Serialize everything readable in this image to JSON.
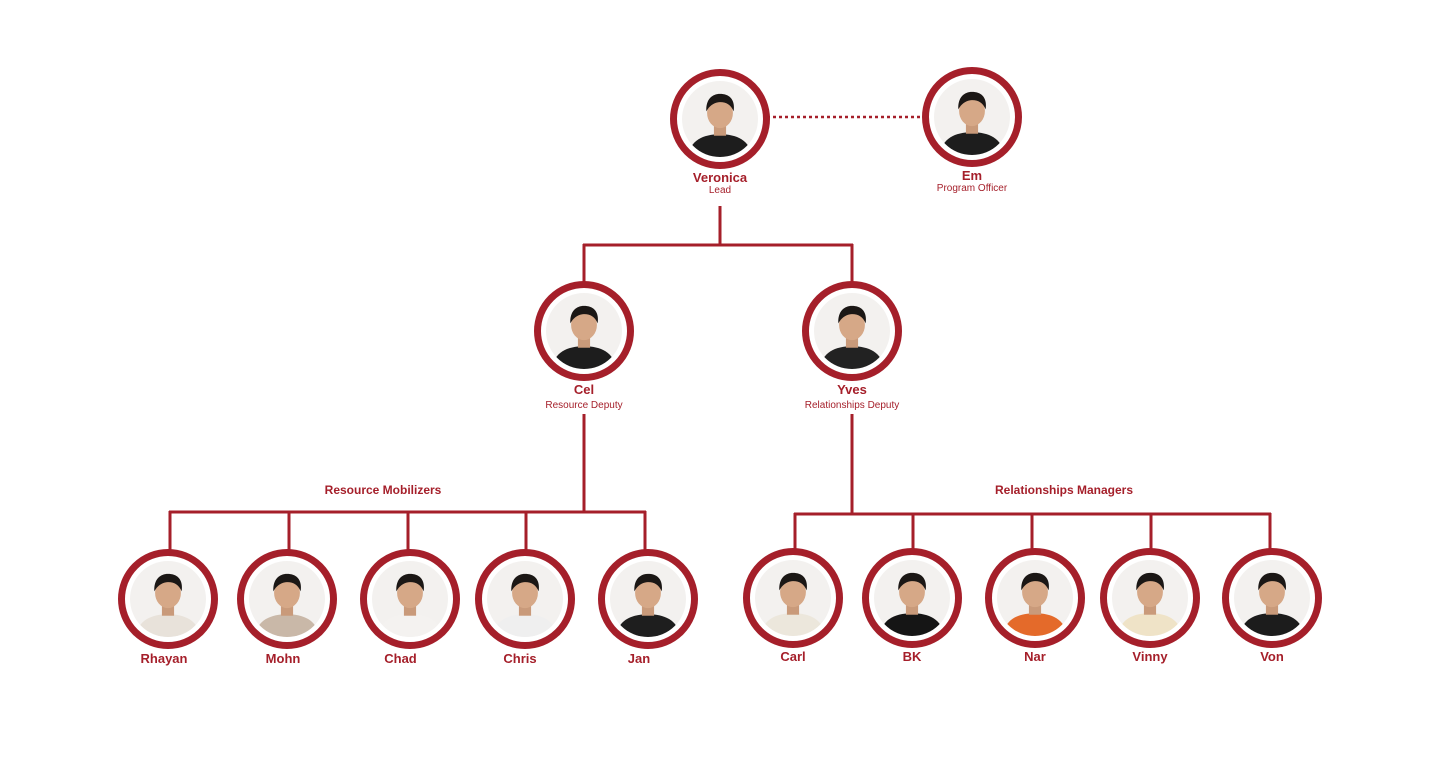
{
  "colors": {
    "accent": "#a51f2a",
    "background": "#ffffff"
  },
  "top": {
    "lead": {
      "name": "Veronica",
      "role": "Lead",
      "shirt": "#1d1d1d"
    },
    "officer": {
      "name": "Em",
      "role": "Program Officer",
      "shirt": "#1d1d1d"
    }
  },
  "deputies": [
    {
      "name": "Cel",
      "role": "Resource Deputy",
      "shirt": "#1d1d1d"
    },
    {
      "name": "Yves",
      "role": "Relationships Deputy",
      "shirt": "#222222"
    }
  ],
  "groups": [
    {
      "label": "Resource Mobilizers",
      "members": [
        {
          "name": "Rhayan",
          "shirt": "#e8e2da"
        },
        {
          "name": "Mohn",
          "shirt": "#c9b8a8"
        },
        {
          "name": "Chad",
          "shirt": "#f4f2f0"
        },
        {
          "name": "Chris",
          "shirt": "#efefef"
        },
        {
          "name": "Jan",
          "shirt": "#1e1e1e"
        }
      ]
    },
    {
      "label": "Relationships Managers",
      "members": [
        {
          "name": "Carl",
          "shirt": "#ece7dc"
        },
        {
          "name": "BK",
          "shirt": "#151515"
        },
        {
          "name": "Nar",
          "shirt": "#e46a2a"
        },
        {
          "name": "Vinny",
          "shirt": "#efe3c7"
        },
        {
          "name": "Von",
          "shirt": "#1c1c1c"
        }
      ]
    }
  ]
}
